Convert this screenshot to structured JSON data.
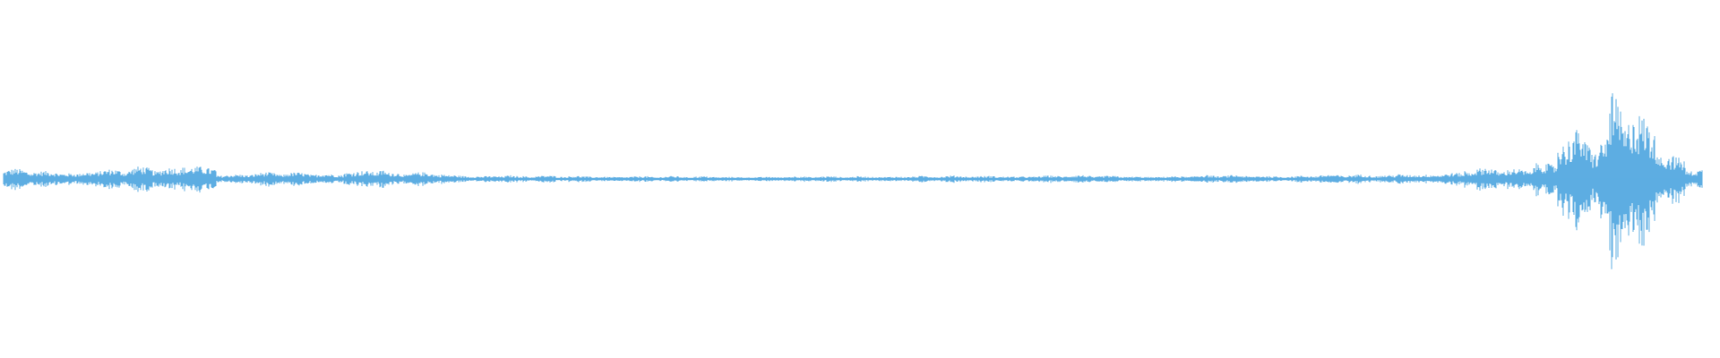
{
  "waveform": {
    "color": "#5dade2",
    "background": "#ffffff",
    "segments": [
      {
        "t0": 0.0,
        "t1": 0.02,
        "amp": 0.09
      },
      {
        "t0": 0.02,
        "t1": 0.045,
        "amp": 0.08
      },
      {
        "t0": 0.045,
        "t1": 0.075,
        "amp": 0.1
      },
      {
        "t0": 0.075,
        "t1": 0.105,
        "amp": 0.11
      },
      {
        "t0": 0.105,
        "t1": 0.125,
        "amp": 0.16
      },
      {
        "t0": 0.125,
        "t1": 0.145,
        "amp": 0.05
      },
      {
        "t0": 0.145,
        "t1": 0.2,
        "amp": 0.06
      },
      {
        "t0": 0.2,
        "t1": 0.225,
        "amp": 0.1
      },
      {
        "t0": 0.225,
        "t1": 0.26,
        "amp": 0.06
      },
      {
        "t0": 0.26,
        "t1": 0.3,
        "amp": 0.04
      },
      {
        "t0": 0.3,
        "t1": 0.38,
        "amp": 0.03
      },
      {
        "t0": 0.38,
        "t1": 0.42,
        "amp": 0.025
      },
      {
        "t0": 0.42,
        "t1": 0.5,
        "amp": 0.025
      },
      {
        "t0": 0.5,
        "t1": 0.58,
        "amp": 0.03
      },
      {
        "t0": 0.58,
        "t1": 0.64,
        "amp": 0.035
      },
      {
        "t0": 0.64,
        "t1": 0.7,
        "amp": 0.03
      },
      {
        "t0": 0.7,
        "t1": 0.76,
        "amp": 0.035
      },
      {
        "t0": 0.76,
        "t1": 0.82,
        "amp": 0.04
      },
      {
        "t0": 0.82,
        "t1": 0.86,
        "amp": 0.06
      },
      {
        "t0": 0.86,
        "t1": 0.9,
        "amp": 0.1
      },
      {
        "t0": 0.9,
        "t1": 0.915,
        "amp": 0.22
      },
      {
        "t0": 0.915,
        "t1": 0.93,
        "amp": 0.55
      },
      {
        "t0": 0.93,
        "t1": 0.945,
        "amp": 0.4
      },
      {
        "t0": 0.945,
        "t1": 0.96,
        "amp": 0.75
      },
      {
        "t0": 0.96,
        "t1": 0.975,
        "amp": 0.6
      },
      {
        "t0": 0.975,
        "t1": 0.99,
        "amp": 0.3
      },
      {
        "t0": 0.99,
        "t1": 1.0,
        "amp": 0.12
      }
    ]
  }
}
